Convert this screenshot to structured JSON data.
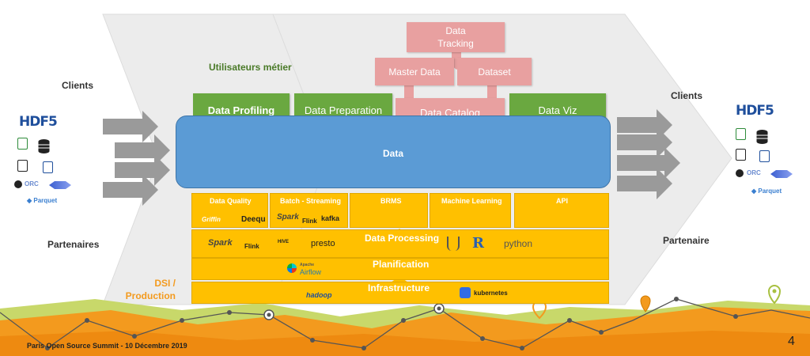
{
  "labels": {
    "clients_left": "Clients",
    "clients_right": "Clients",
    "partenaires_left": "Partenaires",
    "partenaire_right": "Partenaire",
    "utilisateurs_metier": "Utilisateurs métier",
    "dsi_line1": "DSI /",
    "dsi_line2": "Production"
  },
  "green_boxes": [
    "Data Profiling",
    "Data Preparation",
    "Data Viz"
  ],
  "pink_boxes": {
    "data_tracking_line1": "Data",
    "data_tracking_line2": "Tracking",
    "master_data": "Master Data",
    "dataset": "Dataset",
    "data_catalog": "Data Catalog"
  },
  "data_box": "Data",
  "modules": [
    "Data Quality",
    "Batch - Streaming",
    "BRMS",
    "Machine Learning",
    "API"
  ],
  "module_logos": {
    "griffin": "Griffin",
    "deequ": "Deequ",
    "spark": "Spark",
    "flink": "Flink",
    "kafka": "kafka"
  },
  "layers": {
    "data_processing": "Data Processing",
    "planification": "Planification",
    "infrastructure": "Infrastructure"
  },
  "layer_logos": {
    "spark": "Spark",
    "flink": "Flink",
    "hive": "HIVE",
    "presto": "presto",
    "r": "R",
    "python": "python",
    "airflow_small": "Apache",
    "airflow": "Airflow",
    "hadoop": "hadoop",
    "kubernetes": "kubernetes"
  },
  "format_logos": {
    "hdf5": "HDF5",
    "orc": "ORC",
    "parquet": "Parquet"
  },
  "footer": "Paris Open Source Summit - 10 Décembre 2019",
  "page_number": "4",
  "colors": {
    "green": "#6aa840",
    "pink": "#e8a0a0",
    "blue": "#5b9bd5",
    "yellow": "#ffc000",
    "orange": "#f39a1e",
    "lime": "#c8d86a",
    "arrow_gray": "#9a9a9a"
  }
}
